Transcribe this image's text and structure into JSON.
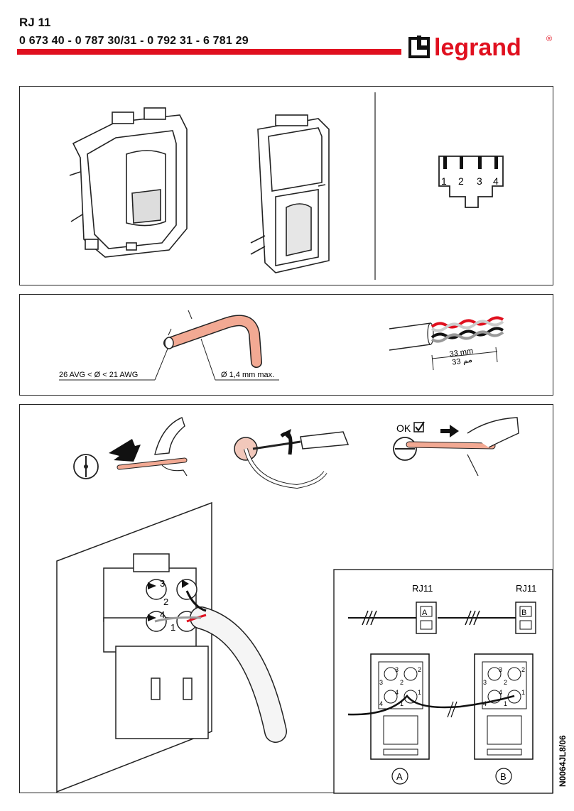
{
  "header": {
    "title": "RJ 11",
    "references": "0 673 40 - 0 787 30/31 - 0 792 31 - 6 781 29",
    "brand": "legrand",
    "registered_mark": "®",
    "brand_color": "#e0101f"
  },
  "panel1": {
    "pin_labels": [
      "1",
      "2",
      "3",
      "4"
    ]
  },
  "panel2": {
    "wire_gauge_label": "26 AVG < Ø < 21 AWG",
    "diameter_label": "Ø 1,4 mm max.",
    "strip_length_label": "33 mm",
    "strip_length_label_ar": "33 مم"
  },
  "panel3": {
    "ok_label": "OK",
    "terminal_numbers": [
      "3",
      "2",
      "4",
      "1"
    ],
    "schematic": {
      "socket_a_label": "RJ11",
      "socket_b_label": "RJ11",
      "letter_a": "A",
      "letter_b": "B",
      "terminal_numbers": [
        "3",
        "2",
        "3",
        "2",
        "4",
        "1",
        "4",
        "1"
      ]
    }
  },
  "footer": {
    "document_code": "N0064JL8/06"
  }
}
